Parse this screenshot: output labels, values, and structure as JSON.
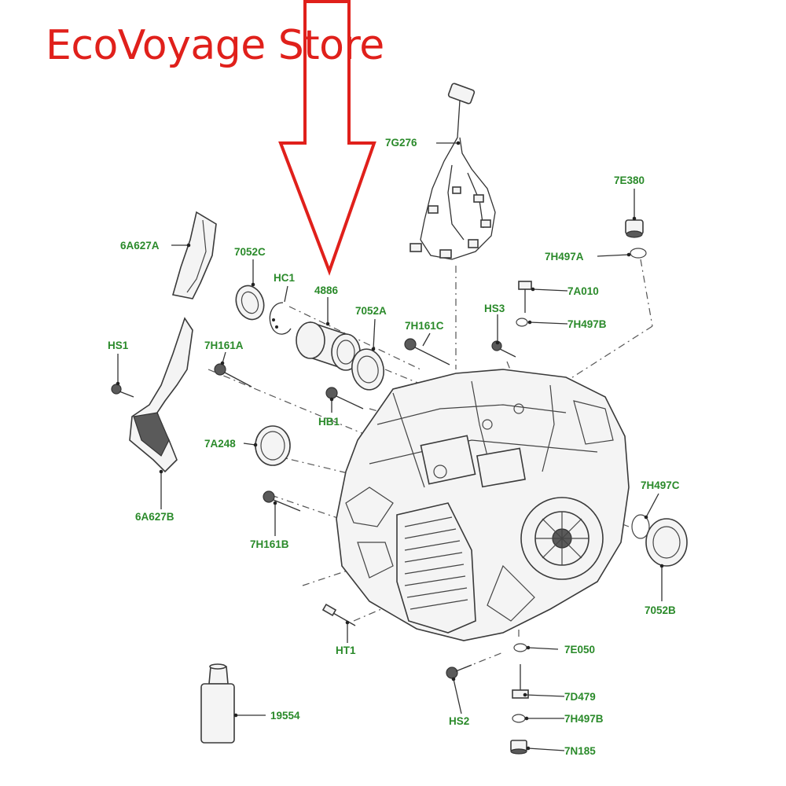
{
  "store": {
    "name": "EcoVoyage Store"
  },
  "colors": {
    "title": "#e0201b",
    "label": "#2a8a2a",
    "arrow": "#e0201b",
    "line": "#333333"
  },
  "labels": {
    "l_7G276": "7G276",
    "l_7E380": "7E380",
    "l_6A627A": "6A627A",
    "l_7052C": "7052C",
    "l_HC1": "HC1",
    "l_4886": "4886",
    "l_7H497A": "7H497A",
    "l_7A010": "7A010",
    "l_HS3": "HS3",
    "l_7052A": "7052A",
    "l_7H161C": "7H161C",
    "l_7H497B_top": "7H497B",
    "l_HS1": "HS1",
    "l_7H161A": "7H161A",
    "l_HB1": "HB1",
    "l_7A248": "7A248",
    "l_6A627B": "6A627B",
    "l_7H497C": "7H497C",
    "l_7H161B": "7H161B",
    "l_7052B": "7052B",
    "l_HT1": "HT1",
    "l_7E050": "7E050",
    "l_7D479": "7D479",
    "l_19554": "19554",
    "l_HS2": "HS2",
    "l_7H497B_bottom": "7H497B",
    "l_7N185": "7N185"
  }
}
